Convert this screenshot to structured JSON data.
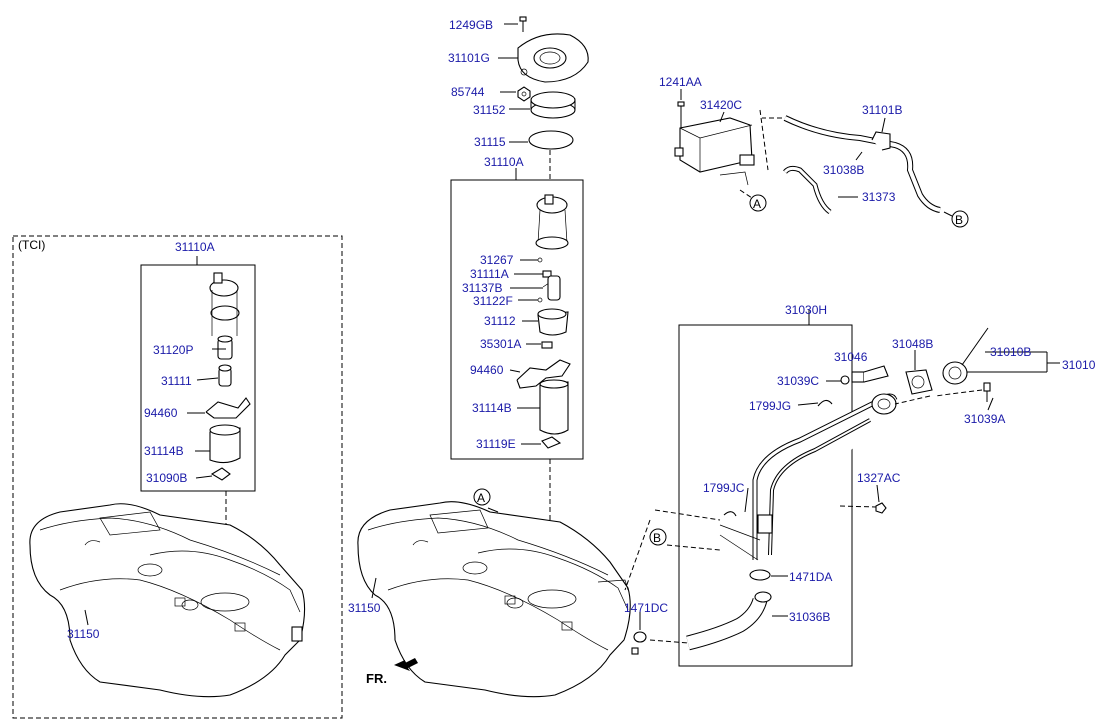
{
  "tci_label": "(TCI)",
  "fr_label": "FR.",
  "callouts": {
    "a": "A",
    "b": "B"
  },
  "parts": [
    {
      "id": "1249GB"
    },
    {
      "id": "31101G"
    },
    {
      "id": "85744"
    },
    {
      "id": "31152"
    },
    {
      "id": "31115"
    },
    {
      "id": "31110A"
    },
    {
      "id": "31267"
    },
    {
      "id": "31111A"
    },
    {
      "id": "31137B"
    },
    {
      "id": "31122F"
    },
    {
      "id": "31112"
    },
    {
      "id": "35301A"
    },
    {
      "id": "94460"
    },
    {
      "id": "31114B"
    },
    {
      "id": "31119E"
    },
    {
      "id": "1241AA"
    },
    {
      "id": "31420C"
    },
    {
      "id": "31101B"
    },
    {
      "id": "31038B"
    },
    {
      "id": "31373"
    },
    {
      "id": "31030H"
    },
    {
      "id": "31046"
    },
    {
      "id": "31048B"
    },
    {
      "id": "31010B"
    },
    {
      "id": "31010"
    },
    {
      "id": "31039C"
    },
    {
      "id": "1799JG"
    },
    {
      "id": "31039A"
    },
    {
      "id": "1327AC"
    },
    {
      "id": "1799JC"
    },
    {
      "id": "1471DA"
    },
    {
      "id": "31036B"
    },
    {
      "id": "1471DC"
    },
    {
      "id": "31150"
    },
    {
      "id": "31110A"
    },
    {
      "id": "31120P"
    },
    {
      "id": "31111"
    },
    {
      "id": "94460"
    },
    {
      "id": "31114B"
    },
    {
      "id": "31090B"
    },
    {
      "id": "31150"
    }
  ]
}
